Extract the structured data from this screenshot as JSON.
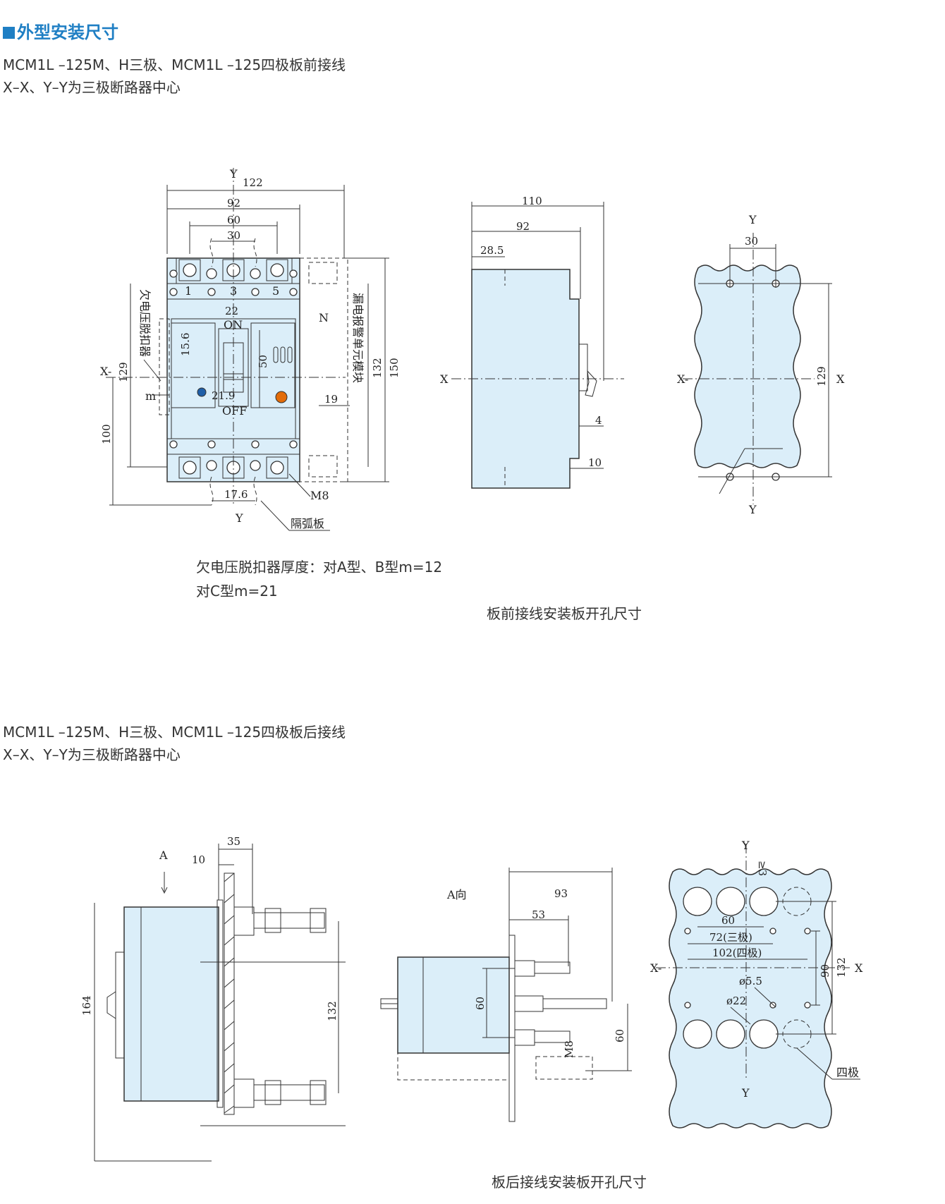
{
  "header": {
    "title": "外型安装尺寸"
  },
  "section1": {
    "line1": "MCM1L –125M、H三极、MCM1L –125四极板前接线",
    "line2": "X–X、Y–Y为三极断路器中心",
    "note1": "欠电压脱扣器厚度：对A型、B型m=12",
    "note2": "对C型m=21",
    "caption": "板前接线安装板开孔尺寸"
  },
  "section2": {
    "line1": "MCM1L –125M、H三极、MCM1L –125四极板后接线",
    "line2": "X–X、Y–Y为三极断路器中心",
    "caption": "板后接线安装板开孔尺寸"
  },
  "fig1": {
    "dims": [
      "122",
      "92",
      "60",
      "30",
      "22",
      "15.6",
      "50",
      "21.9",
      "129",
      "100",
      "132",
      "150",
      "19",
      "17.6"
    ],
    "labels": [
      "Y",
      "Y",
      "X-",
      "m",
      "ON",
      "OFF",
      "N",
      "M8",
      "1",
      "3",
      "5"
    ],
    "callout_left": "欠电压脱扣器",
    "callout_right": "漏电报警单元模块",
    "callout_bottom": "隔弧板"
  },
  "fig2": {
    "dims": [
      "110",
      "92",
      "28.5",
      "4",
      "10"
    ],
    "labels": [
      "X"
    ]
  },
  "fig3": {
    "dims": [
      "30",
      "129"
    ],
    "labels": [
      "Y",
      "Y",
      "X-",
      "X"
    ]
  },
  "fig4": {
    "dims": [
      "35",
      "10",
      "132",
      "164"
    ],
    "labels": [
      "A"
    ]
  },
  "fig5": {
    "dims": [
      "93",
      "53",
      "60",
      "60",
      "M8"
    ],
    "labels": [
      "A向"
    ]
  },
  "fig6": {
    "dims": [
      "≥3",
      "60",
      "72(三极)",
      "102(四极)",
      "90",
      "132",
      "ø5.5",
      "ø22"
    ],
    "labels": [
      "Y",
      "Y",
      "X-",
      "X"
    ],
    "callout": "四极"
  },
  "colors": {
    "accent": "#1f7fc4",
    "body_fill": "#dbeef9",
    "on_button": "#1f5fa8",
    "test_button": "#e36c09"
  }
}
